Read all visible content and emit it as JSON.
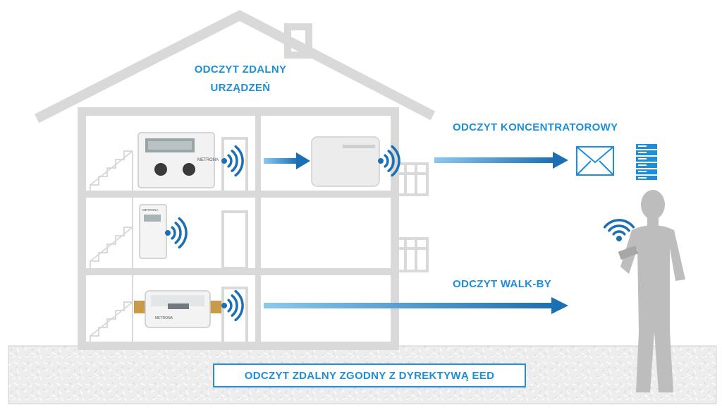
{
  "labels": {
    "remote_reading_line1": "ODCZYT ZDALNY",
    "remote_reading_line2": "URZĄDZEŃ",
    "concentrator_reading": "ODCZYT KONCENTRATOROWY",
    "walkby_reading": "ODCZYT WALK-BY",
    "eed_remote_reading": "ODCZYT ZDALNY ZGODNY Z DYREKTYWĄ EED"
  },
  "devices": {
    "heat_meter_brand": "METRONA",
    "heat_cost_allocator_brand": "METRONA",
    "water_meter_brand": "METRONA"
  },
  "colors": {
    "accent_blue": "#1e8fd6",
    "house_gray": "#d9d9d9",
    "person_gray": "#bdbdbd"
  },
  "icons": [
    "radio-wave-icon",
    "arrow-icon",
    "envelope-icon",
    "server-icon",
    "person-icon"
  ]
}
